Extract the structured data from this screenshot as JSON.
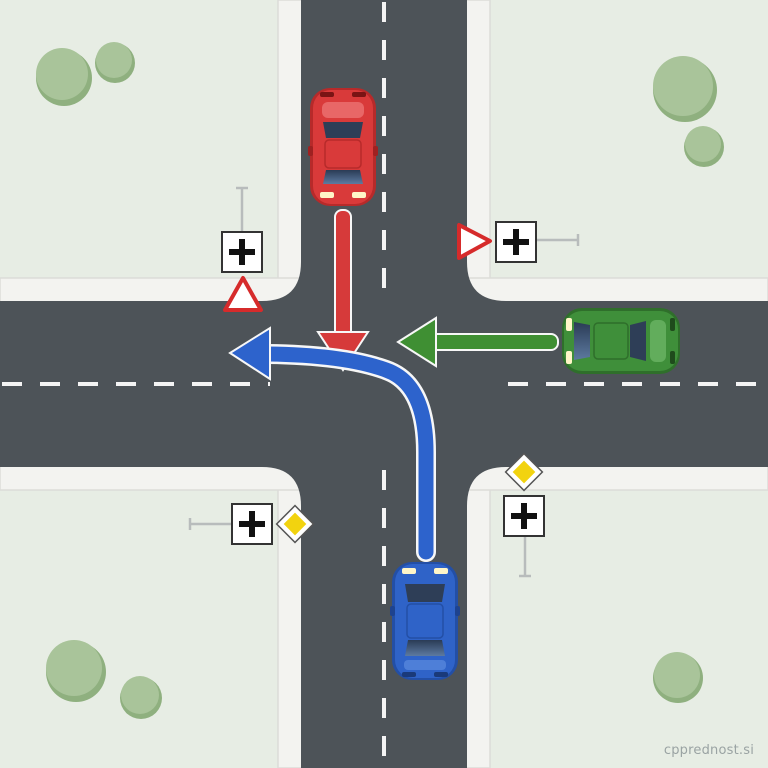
{
  "colors": {
    "grass": "#e7ede4",
    "sidewalk": "#f3f3f0",
    "curb": "#dcdcd8",
    "road": "#4d5358",
    "lane_marking": "#f4f4f4",
    "tree": "#a9c49a",
    "tree_shade": "#8fb07f",
    "car_red": "#d93a3a",
    "car_green": "#3f8f3a",
    "car_blue": "#2f63c8",
    "arrow_red": "#d63a3a",
    "arrow_green": "#3f8f33",
    "arrow_blue": "#2d63cc",
    "yield_red": "#d62b2b",
    "priority_yellow": "#f2d30f"
  },
  "vehicles": [
    {
      "id": "red-car",
      "color": "red",
      "heading": "south"
    },
    {
      "id": "green-car",
      "color": "green",
      "heading": "west"
    },
    {
      "id": "blue-car",
      "color": "blue",
      "heading": "north"
    }
  ],
  "signs": {
    "yield_sign": "yield-icon",
    "priority_road_sign": "priority-road-icon",
    "intersection_sign": "intersection-icon"
  },
  "watermark": "cpprednost.si"
}
